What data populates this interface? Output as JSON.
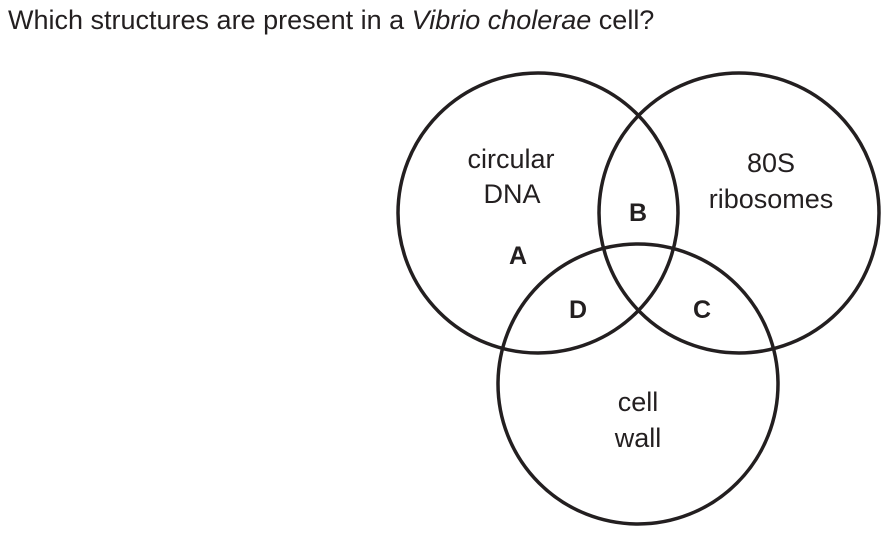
{
  "question": {
    "prefix": "Which structures are present in a ",
    "organism": "Vibrio cholerae",
    "suffix": " cell?"
  },
  "venn": {
    "sets": [
      {
        "id": "left",
        "label_lines": [
          "circular",
          "DNA"
        ]
      },
      {
        "id": "right",
        "label_lines": [
          "80S",
          "ribosomes"
        ]
      },
      {
        "id": "bottom",
        "label_lines": [
          "cell",
          "wall"
        ]
      }
    ],
    "regions": {
      "A": "A",
      "B": "B",
      "C": "C",
      "D": "D"
    },
    "stroke_color": "#231f20"
  }
}
